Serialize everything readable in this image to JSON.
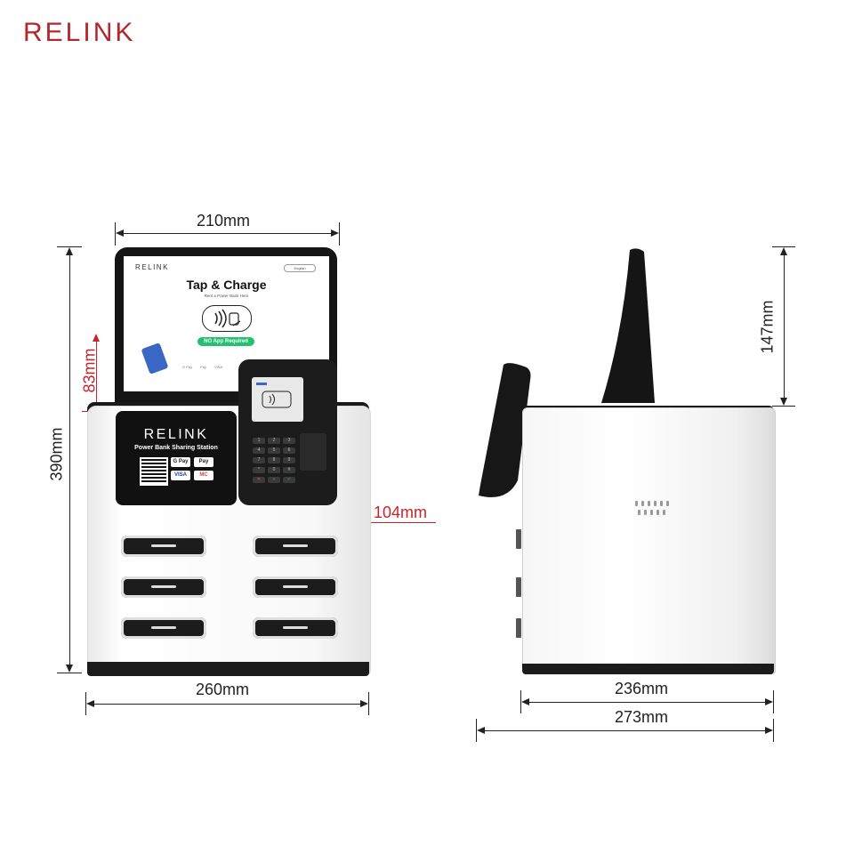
{
  "brand": {
    "logo_text": "RELINK",
    "color": "#b3262b"
  },
  "dimensions": {
    "front_top_width": "210mm",
    "front_height": "390mm",
    "front_sticker_height": "83mm",
    "front_sticker_width": "104mm",
    "front_base_width": "260mm",
    "side_screen_height": "147mm",
    "side_body_width": "236mm",
    "side_total_depth": "273mm",
    "accent_red": "#c8242b"
  },
  "front_screen": {
    "logo": "RELINK",
    "language": "English",
    "headline": "Tap & Charge",
    "subline": "Rent a Power Bank Here",
    "badge": "NO App Required",
    "badge_color": "#23c06f",
    "pay_methods": [
      "G Pay",
      "Pay",
      "VISA"
    ]
  },
  "sticker": {
    "brand": "RELINK",
    "subtitle": "Power Bank Sharing Station",
    "pay_methods": [
      "G Pay",
      "Pay",
      "VISA",
      "MC"
    ]
  },
  "pos": {
    "keys": [
      "1",
      "2",
      "3",
      "4",
      "5",
      "6",
      "7",
      "8",
      "9",
      "*",
      "0",
      "#",
      "✕",
      "‹",
      "✓"
    ]
  },
  "slots": {
    "count": 6
  }
}
